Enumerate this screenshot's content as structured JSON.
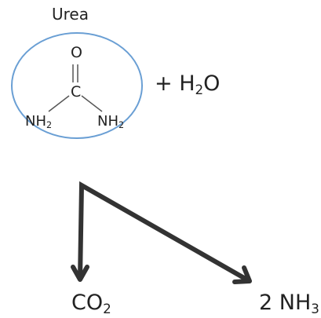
{
  "title": "Urea",
  "molecule": {
    "oxygen": "O",
    "carbon": "C",
    "left_group": "NH",
    "left_group_sub": "2",
    "right_group": "NH",
    "right_group_sub": "2"
  },
  "reactant": {
    "prefix": "+ H",
    "sub": "2",
    "suffix": "O"
  },
  "products": {
    "co2_main": "CO",
    "co2_sub": "2",
    "nh3_main": "2 NH",
    "nh3_sub": "3"
  },
  "colors": {
    "circle_stroke": "#6a9fd4",
    "text": "#222222",
    "arrow": "#333333",
    "bond": "#555555"
  }
}
